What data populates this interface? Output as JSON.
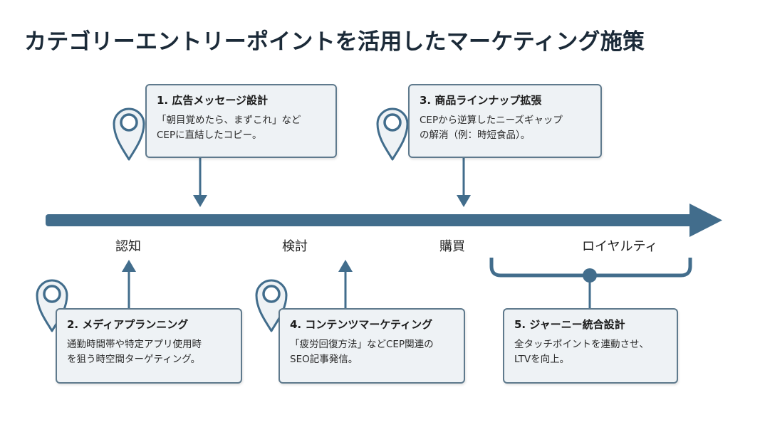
{
  "title": "カテゴリーエントリーポイントを活用したマーケティング施策",
  "colors": {
    "accent": "#426d8c",
    "card_fill": "#eef2f5",
    "card_border": "#5f7a8d",
    "title_text": "#1b2a38"
  },
  "stages": [
    "認知",
    "検討",
    "購買",
    "ロイヤルティ"
  ],
  "icons": [
    "location-pin-icon"
  ],
  "cards": [
    {
      "title": "1. 広告メッセージ設計",
      "lines": [
        "「朝目覚めたら、まずこれ」など",
        "CEPに直結したコピー。"
      ]
    },
    {
      "title": "3. 商品ラインナップ拡張",
      "lines": [
        "CEPから逆算したニーズギャップ",
        "の解消（例：時短食品）。"
      ]
    },
    {
      "title": "2. メディアプランニング",
      "lines": [
        "通勤時間帯や特定アプリ使用時",
        "を狙う時空間ターゲティング。"
      ]
    },
    {
      "title": "4. コンテンツマーケティング",
      "lines": [
        "「疲労回復方法」などCEP関連の",
        "SEO記事発信。"
      ]
    },
    {
      "title": "5. ジャーニー統合設計",
      "lines": [
        "全タッチポイントを連動させ、",
        "LTVを向上。"
      ]
    }
  ]
}
